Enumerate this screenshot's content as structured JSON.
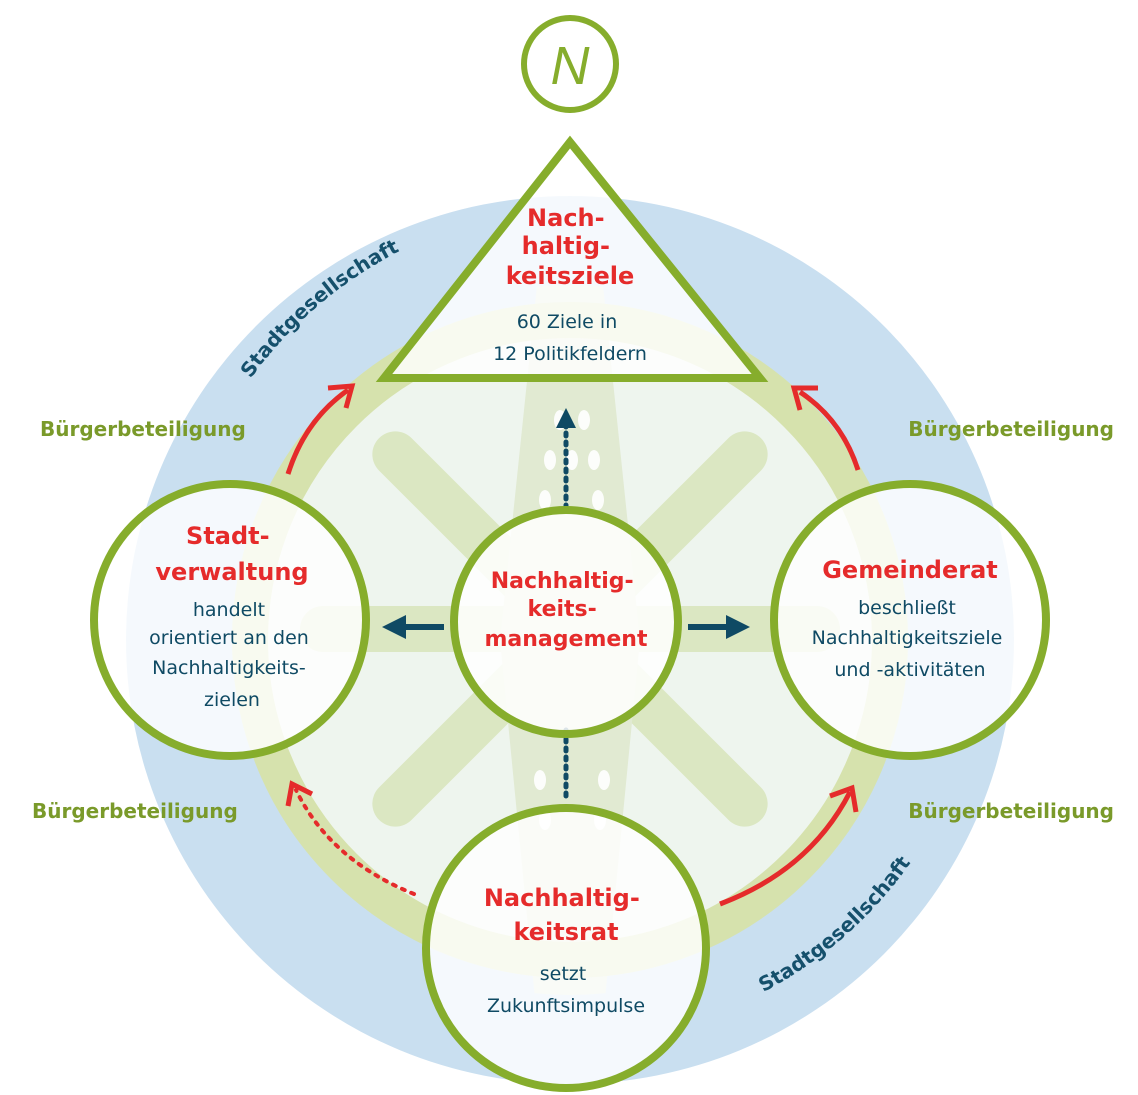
{
  "compass": {
    "letter": "N"
  },
  "goals": {
    "title": [
      "Nach-",
      "haltig-",
      "keitsziele"
    ],
    "subtitle": [
      "60 Ziele in",
      "12 Politikfeldern"
    ]
  },
  "management": {
    "title": [
      "Nachhaltig-",
      "keits-",
      "management"
    ]
  },
  "administration": {
    "title": [
      "Stadt-",
      "verwaltung"
    ],
    "subtitle": [
      "handelt",
      "orientiert an den",
      "Nachhaltigkeits-",
      "zielen"
    ]
  },
  "council": {
    "title": [
      "Gemeinderat"
    ],
    "subtitle": [
      "beschließt",
      "Nachhaltigkeitsziele",
      "und -aktivitäten"
    ]
  },
  "sustainability_council": {
    "title": [
      "Nachhaltig-",
      "keitsrat"
    ],
    "subtitle": [
      "setzt",
      "Zukunftsimpulse"
    ]
  },
  "ring_labels": {
    "top_left": "Stadtgesellschaft",
    "bottom_right": "Stadtgesellschaft"
  },
  "participation": {
    "top_left": "Bürgerbeteiligung",
    "top_right": "Bürgerbeteiligung",
    "bottom_left": "Bürgerbeteiligung",
    "bottom_right": "Bürgerbeteiligung"
  },
  "colors": {
    "outer_ring": "#c9dff0",
    "ring_green": "#d6e2ad",
    "circle_border": "#86ad2c",
    "title_red": "#e52b2b",
    "text_navy": "#0f4a64",
    "label_green": "#7a9a2a"
  }
}
